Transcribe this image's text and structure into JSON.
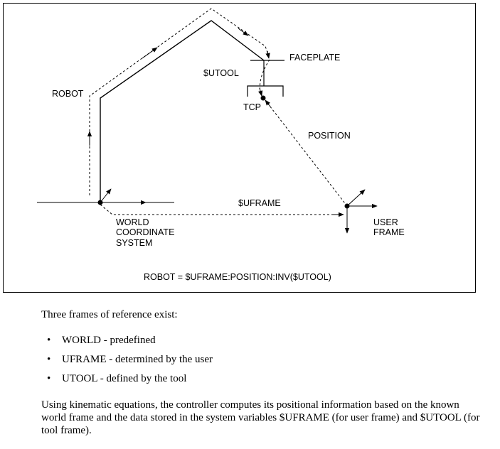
{
  "diagram": {
    "labels": {
      "robot": "ROBOT",
      "utool": "$UTOOL",
      "faceplate": "FACEPLATE",
      "tcp": "TCP",
      "position": "POSITION",
      "uframe": "$UFRAME",
      "world_line1": "WORLD",
      "world_line2": "COORDINATE",
      "world_line3": "SYSTEM",
      "user_frame_line1": "USER",
      "user_frame_line2": "FRAME",
      "equation": "ROBOT = $UFRAME:POSITION:INV($UTOOL)"
    }
  },
  "text": {
    "intro": "Three frames of reference exist:",
    "bullets": [
      "WORLD - predefined",
      "UFRAME - determined by the user",
      "UTOOL - defined by the tool"
    ],
    "bullet_symbol": "•",
    "explanation": "Using kinematic equations, the controller computes its positional information based on the known world frame and the data stored in the system variables $UFRAME (for user frame) and $UTOOL (for tool frame)."
  }
}
